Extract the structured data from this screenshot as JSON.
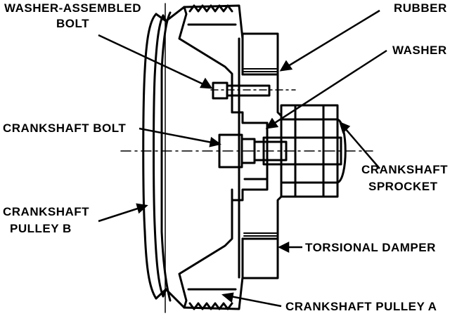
{
  "labels": {
    "washer_assembled_bolt_line1": "WASHER-ASSEMBLED",
    "washer_assembled_bolt_line2": "BOLT",
    "rubber": "RUBBER",
    "washer": "WASHER",
    "crankshaft_bolt": "CRANKSHAFT BOLT",
    "crankshaft_sprocket_line1": "CRANKSHAFT",
    "crankshaft_sprocket_line2": "SPROCKET",
    "crankshaft_pulley_b_line1": "CRANKSHAFT",
    "crankshaft_pulley_b_line2": "PULLEY B",
    "torsional_damper": "TORSIONAL DAMPER",
    "crankshaft_pulley_a": "CRANKSHAFT PULLEY A"
  },
  "colors": {
    "ink": "#000000",
    "paper": "#ffffff"
  }
}
